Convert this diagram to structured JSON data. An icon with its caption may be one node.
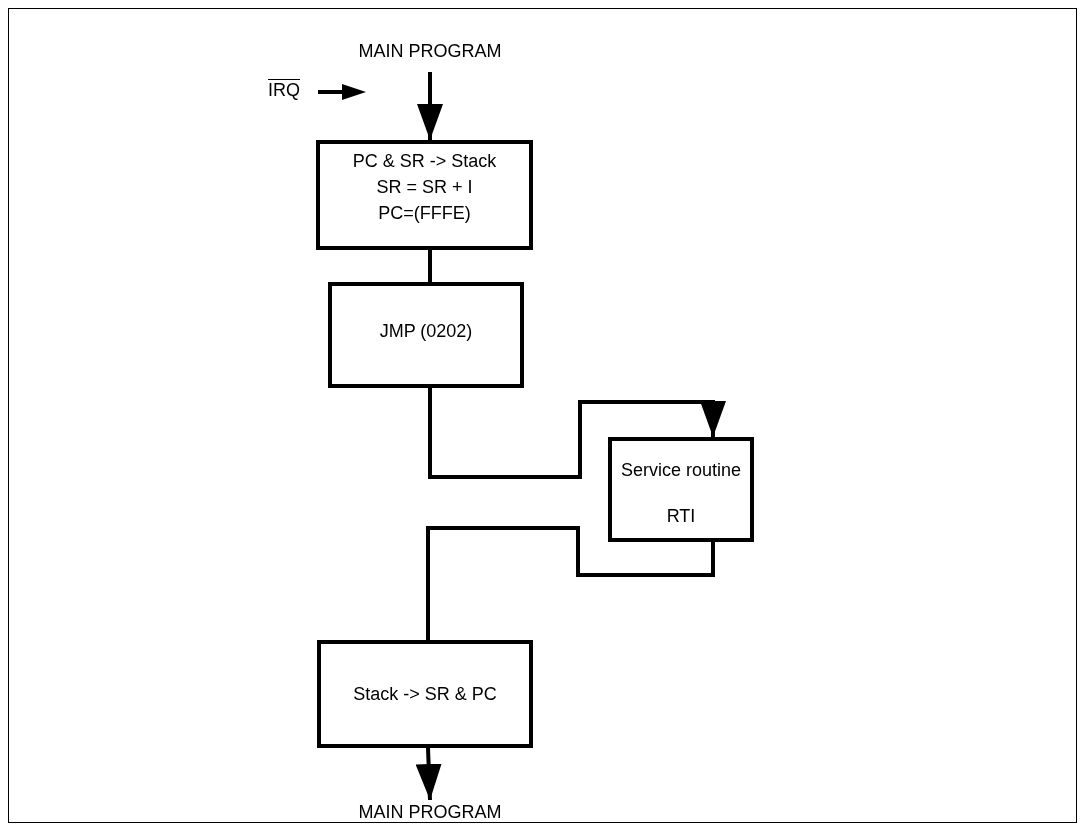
{
  "diagram": {
    "nodes": [
      {
        "text": [
          "MAIN PROGRAM"
        ]
      },
      {
        "text": [
          "PC & SR -> Stack",
          "SR = SR + I",
          "PC=(FFFE)"
        ]
      },
      {
        "text": [
          "JMP (0202)"
        ]
      },
      {
        "text": [
          "Service routine",
          "RTI"
        ]
      },
      {
        "text": [
          "Stack -> SR & PC"
        ]
      },
      {
        "text": [
          "MAIN PROGRAM"
        ]
      }
    ],
    "edges": [
      {
        "from": 0,
        "to": 1,
        "arrow": "to"
      },
      {
        "from": 1,
        "to": 2,
        "arrow": "none"
      },
      {
        "from": 2,
        "to": 3,
        "arrow": "to"
      },
      {
        "from": 3,
        "to": 4,
        "arrow": "none"
      },
      {
        "from": 4,
        "to": 5,
        "arrow": "to"
      }
    ],
    "labels": [
      "IRQ"
    ]
  }
}
